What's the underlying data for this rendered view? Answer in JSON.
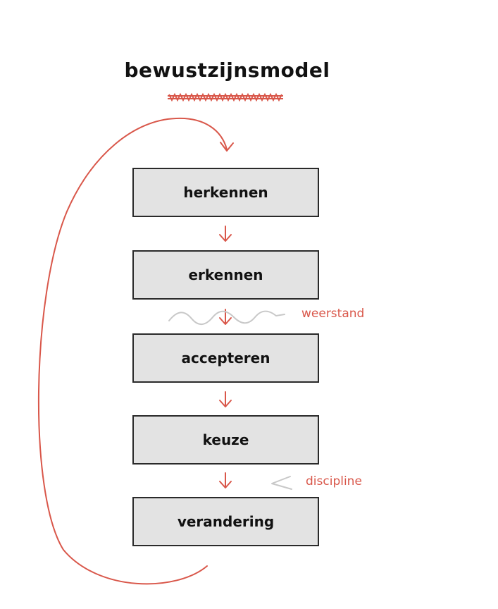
{
  "title": "bewustzijnsmodel",
  "steps": [
    {
      "label": "herkennen"
    },
    {
      "label": "erkennen"
    },
    {
      "label": "accepteren"
    },
    {
      "label": "keuze"
    },
    {
      "label": "verandering"
    }
  ],
  "annotations": {
    "resistance": "weerstand",
    "discipline": "discipline"
  },
  "colors": {
    "accent": "#d9574a",
    "box_fill": "#e3e3e3",
    "box_border": "#2a2a2a",
    "muted_mark": "#c8c8c8"
  }
}
